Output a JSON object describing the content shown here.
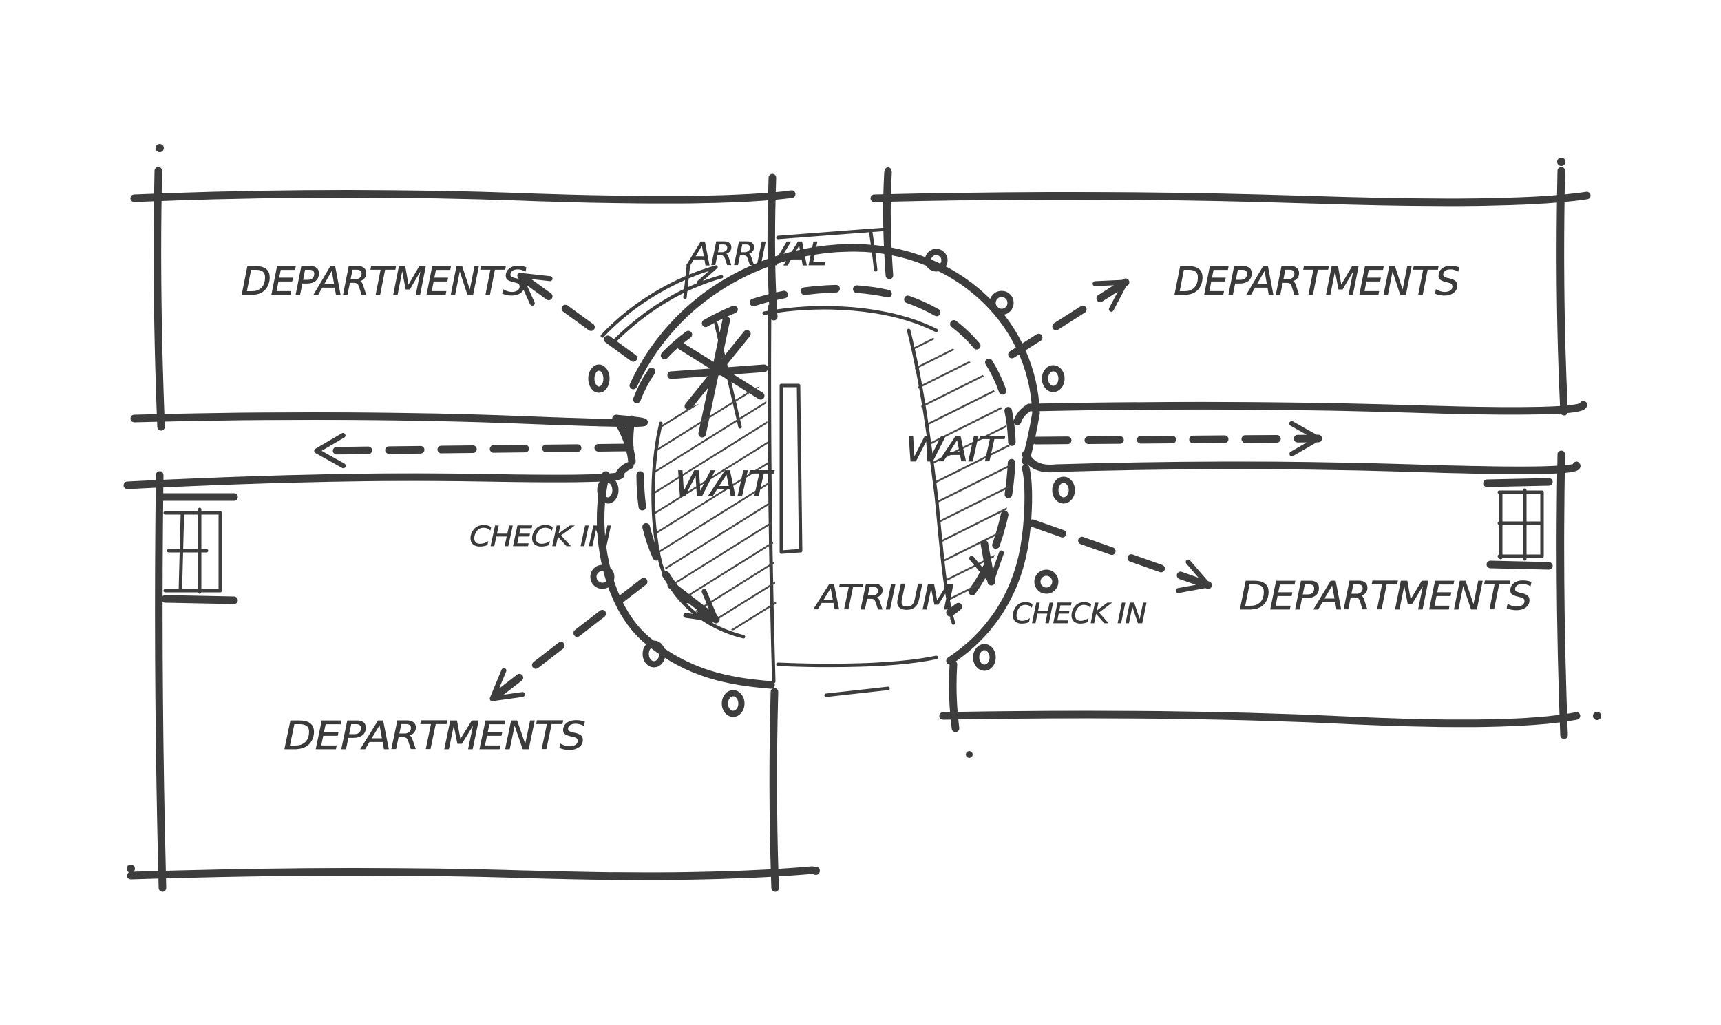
{
  "labels": {
    "departments_top_left": "DEPARTMENTS",
    "departments_top_right": "DEPARTMENTS",
    "departments_right": "DEPARTMENTS",
    "departments_bottom_left": "DEPARTMENTS",
    "arrival": "ARRIVAL",
    "wait_left": "WAIT",
    "wait_right": "WAIT",
    "check_in_left": "CHECK IN",
    "check_in_right": "CHECK IN",
    "atrium": "ATRIUM"
  },
  "colors": {
    "ink": "#3d3d3d",
    "paper": "#ffffff"
  }
}
